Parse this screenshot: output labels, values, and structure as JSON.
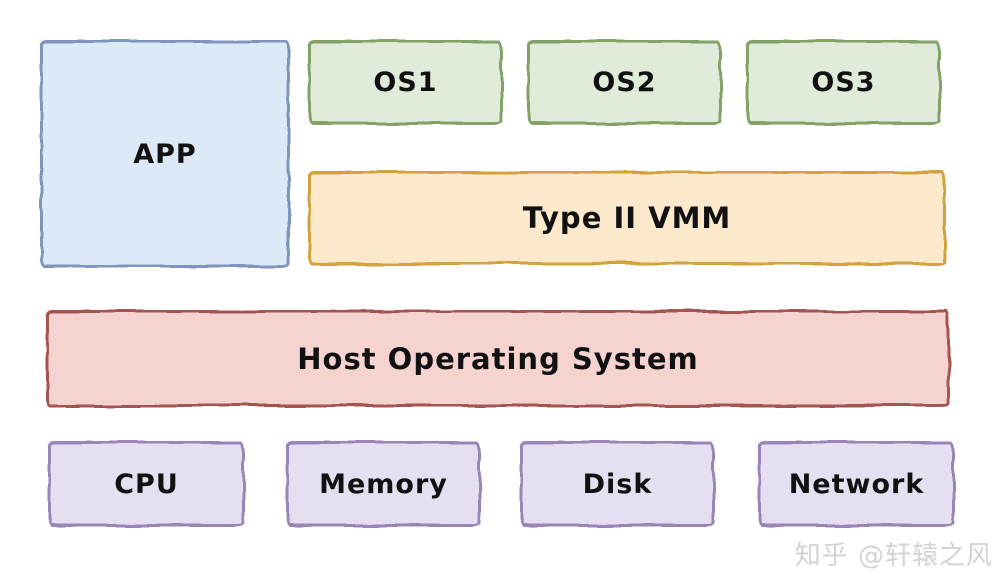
{
  "canvas": {
    "background": "#ffffff",
    "text_color": "#111111"
  },
  "diagram": {
    "boxes": [
      {
        "id": "app",
        "label": "APP",
        "fill": "#dee9f8",
        "stroke": "#7e96bf"
      },
      {
        "id": "os1",
        "label": "OS1",
        "fill": "#e1ebd9",
        "stroke": "#83a266"
      },
      {
        "id": "os2",
        "label": "OS2",
        "fill": "#e1ebd9",
        "stroke": "#83a266"
      },
      {
        "id": "os3",
        "label": "OS3",
        "fill": "#e1ebd9",
        "stroke": "#83a266"
      },
      {
        "id": "vmm",
        "label": "Type II VMM",
        "fill": "#fce8cb",
        "stroke": "#d2a33e"
      },
      {
        "id": "host",
        "label": "Host Operating System",
        "fill": "#f5d3d1",
        "stroke": "#a4554f"
      },
      {
        "id": "cpu",
        "label": "CPU",
        "fill": "#e6dff1",
        "stroke": "#9a85b8"
      },
      {
        "id": "memory",
        "label": "Memory",
        "fill": "#e6dff1",
        "stroke": "#9a85b8"
      },
      {
        "id": "disk",
        "label": "Disk",
        "fill": "#e6dff1",
        "stroke": "#9a85b8"
      },
      {
        "id": "network",
        "label": "Network",
        "fill": "#e6dff1",
        "stroke": "#9a85b8"
      }
    ],
    "watermark": {
      "text": "知乎 @轩辕之风",
      "color": "#d6d3ce"
    }
  }
}
